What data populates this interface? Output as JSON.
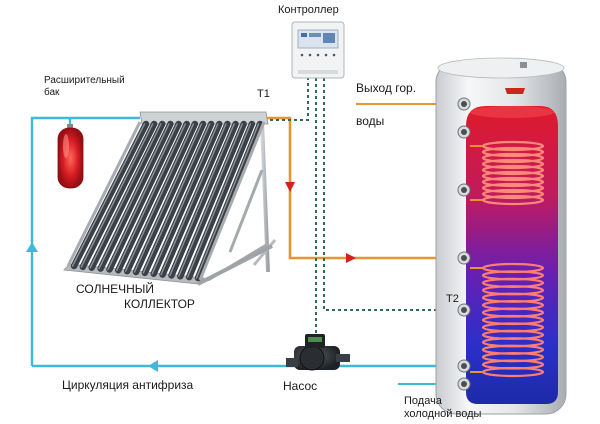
{
  "labels": {
    "controller": "Контроллер",
    "expansion_tank_1": "Расширительный",
    "expansion_tank_2": "бак",
    "t1": "T1",
    "t2": "T2",
    "hot_water_out_1": "Выход гор.",
    "hot_water_out_2": "воды",
    "collector_1": "СОЛНЕЧНЫЙ",
    "collector_2": "КОЛЛЕКТОР",
    "pump": "Насос",
    "antifreeze_circulation": "Циркуляция антифриза",
    "cold_water_in_1": "Подача",
    "cold_water_in_2": "холодной воды"
  },
  "colors": {
    "antifreeze_pipe": "#3fb9d9",
    "hot_pipe": "#e8952f",
    "sensor_wire": "#2f6b4e",
    "flow_arrow": "#d42020",
    "tank_hot": "#d61a2e",
    "tank_cold": "#2a35c8"
  }
}
